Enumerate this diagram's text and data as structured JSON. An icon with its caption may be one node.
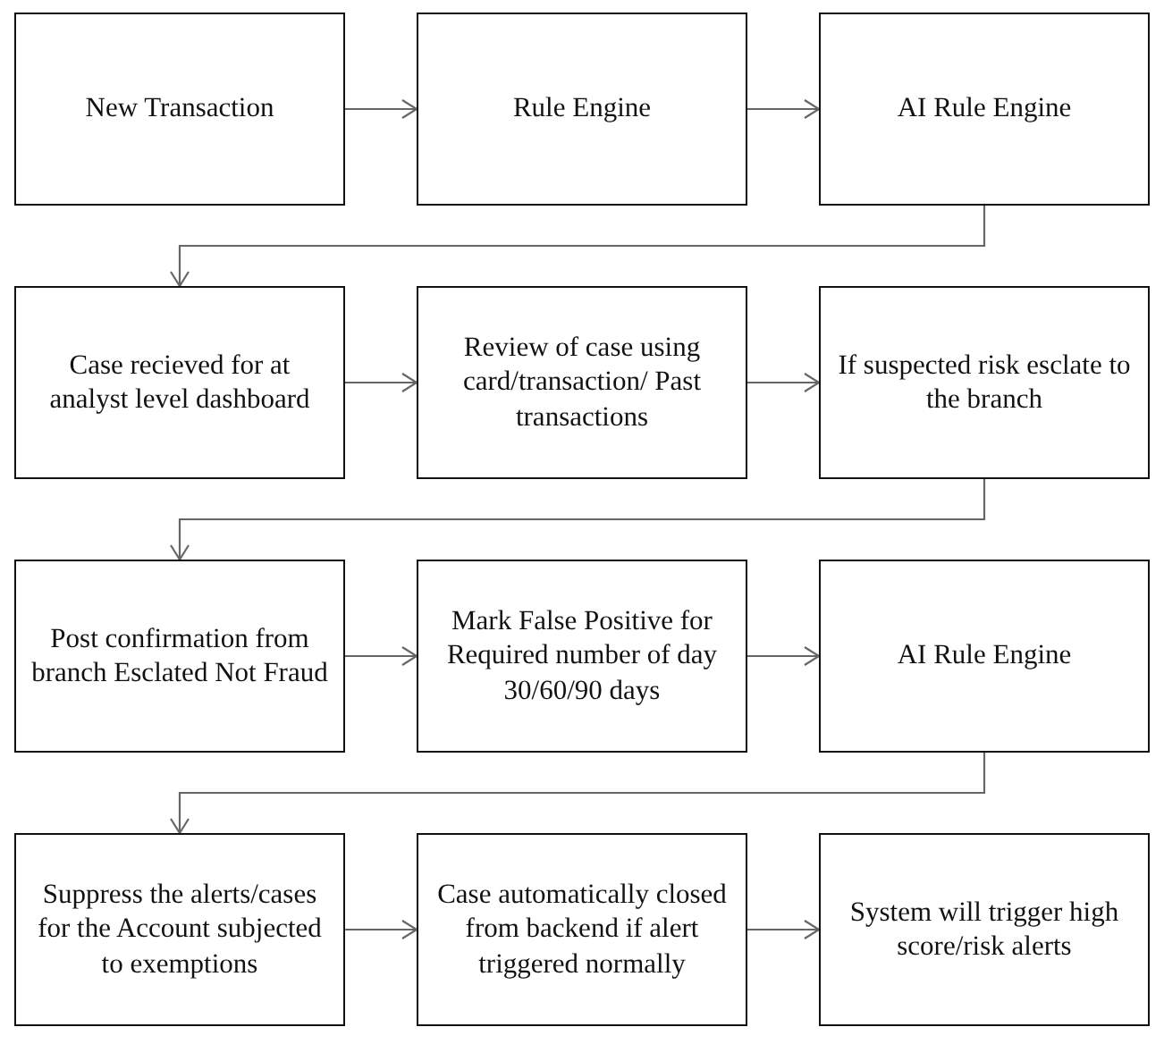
{
  "diagram": {
    "nodes": [
      {
        "text": [
          "New Transaction"
        ]
      },
      {
        "text": [
          "Rule Engine"
        ]
      },
      {
        "text": [
          "AI Rule Engine"
        ]
      },
      {
        "text": [
          "Case recieved for at analyst level dashboard"
        ]
      },
      {
        "text": [
          "Review of case using card/transaction/ Past transactions"
        ]
      },
      {
        "text": [
          "If suspected risk esclate to the branch"
        ]
      },
      {
        "text": [
          "Post confirmation from branch Esclated Not Fraud"
        ]
      },
      {
        "text": [
          "Mark False Positive for Required number of day 30/60/90 days"
        ]
      },
      {
        "text": [
          "AI Rule Engine"
        ]
      },
      {
        "text": [
          "Suppress the alerts/cases for the Account subjected to exemptions"
        ]
      },
      {
        "text": [
          "Case automatically closed from backend if alert triggered normally"
        ]
      },
      {
        "text": [
          "System will trigger high score/risk alerts"
        ]
      }
    ],
    "edges": [
      {
        "from": 0,
        "to": 1,
        "arrow": "to"
      },
      {
        "from": 1,
        "to": 2,
        "arrow": "to"
      },
      {
        "from": 2,
        "to": 3,
        "arrow": "to"
      },
      {
        "from": 3,
        "to": 4,
        "arrow": "to"
      },
      {
        "from": 4,
        "to": 5,
        "arrow": "to"
      },
      {
        "from": 5,
        "to": 6,
        "arrow": "to"
      },
      {
        "from": 6,
        "to": 7,
        "arrow": "to"
      },
      {
        "from": 7,
        "to": 8,
        "arrow": "to"
      },
      {
        "from": 8,
        "to": 9,
        "arrow": "to"
      },
      {
        "from": 9,
        "to": 10,
        "arrow": "to"
      },
      {
        "from": 10,
        "to": 11,
        "arrow": "to"
      }
    ]
  }
}
